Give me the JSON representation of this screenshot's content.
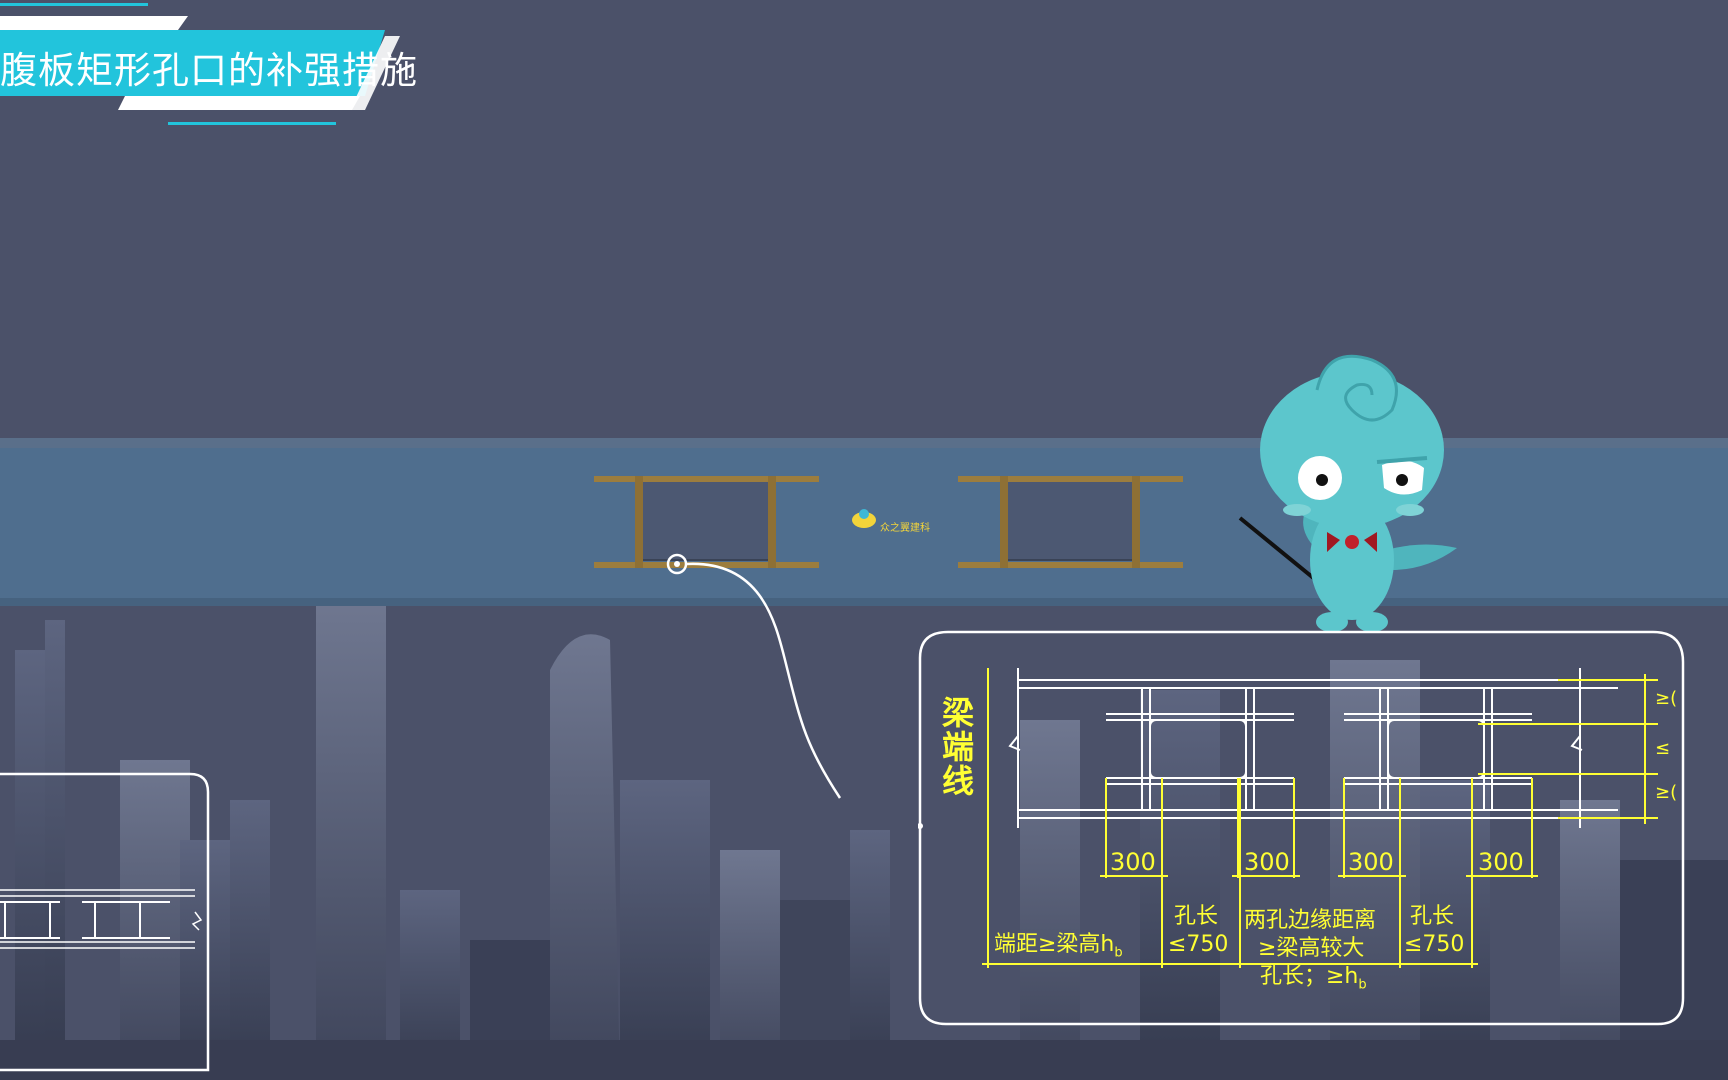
{
  "title": {
    "text": "腹板矩形孔口的补强措施"
  },
  "watermark": {
    "text": "众之翼建科"
  },
  "detail": {
    "vertical_label": "梁端线",
    "dim_300_1": "300",
    "dim_300_2": "300",
    "dim_300_3": "300",
    "dim_300_4": "300",
    "end_distance": "端距≥梁高h",
    "end_distance_sub": "b",
    "hole_len_1_line1": "孔长",
    "hole_len_1_line2": "≤750",
    "two_holes_line1": "两孔边缘距离",
    "two_holes_line2": "≥梁高较大",
    "two_holes_line3": "孔长；≥h",
    "two_holes_line3_sub": "b",
    "hole_len_2_line1": "孔长",
    "hole_len_2_line2": "≤750",
    "right_dim_1": "≥(",
    "right_dim_2": "≤",
    "right_dim_3": "≥("
  },
  "colors": {
    "background": "#4b5169",
    "banner": "#22c4dc",
    "beam": "#4f6e8e",
    "stiffener": "#9c7d3e",
    "annotation": "#ffff33",
    "mascot": "#5cc6cc"
  },
  "icons": [
    "mascot-icon",
    "logo-icon",
    "pointer-stick-icon"
  ]
}
